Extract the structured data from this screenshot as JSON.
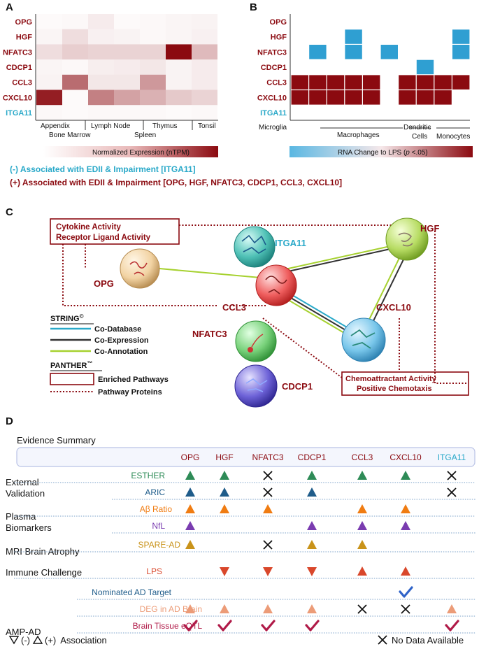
{
  "colors": {
    "maroon": "#8b0a10",
    "teal": "#2aa9c9",
    "heat_max": "#8b0a10",
    "rna_cell": "#8b0a10",
    "rna_blue": "#2f9fd2",
    "green": "#2e8b57",
    "navy": "#1f5c8a",
    "orange": "#f07c12",
    "purple": "#7a3cb0",
    "gold": "#c9931a",
    "red_tri": "#d9472b",
    "pink": "#ec9c78",
    "crimson": "#b01a48",
    "check_blue": "#2f63c8"
  },
  "panelA": {
    "letter": "A",
    "genes": [
      "OPG",
      "HGF",
      "NFATC3",
      "CDCP1",
      "CCL3",
      "CXCL10",
      "ITGA11"
    ],
    "gene_colors": [
      "maroon",
      "maroon",
      "maroon",
      "maroon",
      "maroon",
      "maroon",
      "teal"
    ],
    "tissues_top": [
      "Appendix",
      "Lymph Node",
      "Thymus",
      "Tonsil"
    ],
    "tissues_bottom": [
      "Bone Marrow",
      "Spleen"
    ],
    "legend": "Normalized Expression (nTPM)",
    "heat": [
      [
        0.02,
        0.03,
        0.08,
        0.02,
        0.03,
        0.04,
        0.05
      ],
      [
        0.04,
        0.14,
        0.06,
        0.05,
        0.03,
        0.04,
        0.06
      ],
      [
        0.14,
        0.2,
        0.18,
        0.18,
        0.18,
        1.0,
        0.28
      ],
      [
        0.04,
        0.03,
        0.07,
        0.08,
        0.1,
        0.05,
        0.08
      ],
      [
        0.05,
        0.6,
        0.1,
        0.1,
        0.42,
        0.05,
        0.08
      ],
      [
        0.92,
        0.02,
        0.52,
        0.38,
        0.32,
        0.22,
        0.18
      ],
      [
        0.03,
        0.02,
        0.03,
        0.03,
        0.03,
        0.02,
        0.03
      ]
    ]
  },
  "panelB": {
    "letter": "B",
    "genes": [
      "OPG",
      "HGF",
      "NFATC3",
      "CDCP1",
      "CCL3",
      "CXCL10",
      "ITGA11"
    ],
    "gene_colors": [
      "maroon",
      "maroon",
      "maroon",
      "maroon",
      "maroon",
      "maroon",
      "teal"
    ],
    "groups": [
      "Microglia",
      "Macrophages",
      "Dendritic",
      "Cells",
      "Monocytes"
    ],
    "legend": "RNA Change to LPS (",
    "legend_p": "p",
    "legend_tail": " <.05)",
    "cells": [
      [
        0,
        0,
        0,
        0,
        0,
        0,
        0,
        0,
        0,
        0
      ],
      [
        0,
        0,
        0,
        1,
        0,
        0,
        0,
        0,
        0,
        1
      ],
      [
        0,
        1,
        0,
        1,
        0,
        1,
        0,
        0,
        0,
        1
      ],
      [
        0,
        0,
        0,
        0,
        0,
        0,
        0,
        1,
        0,
        0
      ],
      [
        2,
        2,
        2,
        2,
        2,
        0,
        2,
        2,
        2,
        2
      ],
      [
        2,
        2,
        2,
        2,
        2,
        0,
        2,
        2,
        2,
        0
      ],
      [
        0,
        0,
        0,
        0,
        0,
        0,
        0,
        0,
        0,
        0
      ]
    ]
  },
  "assoc": {
    "neg": "(-)  Associated with EDII & Impairment [ITGA11]",
    "pos": "(+) Associated with EDII & Impairment [OPG, HGF, NFATC3, CDCP1, CCL3, CXCL10]"
  },
  "panelC": {
    "letter": "C",
    "box1_line1": "Cytokine Activity",
    "box1_line2": "Receptor Ligand Activity",
    "box2_line1": "Chemoattractant Activity",
    "box2_line2": "Positive Chemotaxis",
    "nodes": {
      "OPG": "OPG",
      "ITGA11": "ITGA11",
      "HGF": "HGF",
      "CCL3": "CCL3",
      "CXCL10": "CXCL10",
      "NFATC3": "NFATC3",
      "CDCP1": "CDCP1"
    },
    "string_title": "STRING",
    "string_sup": "©",
    "string_items": [
      "Co-Database",
      "Co-Expression",
      "Co-Annotation"
    ],
    "panther_title": "PANTHER",
    "panther_sup": "™",
    "panther_items": [
      "Enriched Pathways",
      "Pathway Proteins"
    ]
  },
  "panelD": {
    "letter": "D",
    "title": "Evidence Summary",
    "columns": [
      "OPG",
      "HGF",
      "NFATC3",
      "CDCP1",
      "CCL3",
      "CXCL10",
      "ITGA11"
    ],
    "column_colors": [
      "maroon",
      "maroon",
      "maroon",
      "maroon",
      "maroon",
      "maroon",
      "teal"
    ],
    "groups": [
      {
        "label": [
          "External",
          "Validation"
        ]
      },
      {
        "label": [
          "Plasma",
          "Biomarkers"
        ]
      },
      {
        "label": [
          "MRI Brain Atrophy"
        ]
      },
      {
        "label": [
          "Immune Challenge"
        ]
      },
      {
        "label": [
          "AMP-AD"
        ]
      }
    ],
    "rows": [
      {
        "label": "ESTHER",
        "color": "green",
        "cells": [
          "up",
          "up",
          "x",
          "up",
          "up",
          "up",
          "x"
        ]
      },
      {
        "label": "ARIC",
        "color": "navy",
        "cells": [
          "up",
          "up",
          "x",
          "up",
          "",
          "",
          "x"
        ]
      },
      {
        "label": "Aβ Ratio",
        "color": "orange",
        "cells": [
          "up",
          "up",
          "up",
          "",
          "up",
          "up",
          ""
        ]
      },
      {
        "label": "NfL",
        "color": "purple",
        "cells": [
          "up",
          "",
          "",
          "up",
          "up",
          "up",
          ""
        ]
      },
      {
        "label": "SPARE-AD",
        "color": "gold",
        "cells": [
          "up",
          "",
          "x",
          "up",
          "up",
          "",
          ""
        ]
      },
      {
        "label": "LPS",
        "color": "red_tri",
        "cells": [
          "",
          "down",
          "down",
          "down",
          "up",
          "up",
          ""
        ]
      },
      {
        "label": "Nominated AD Target",
        "color": "navy",
        "cells": [
          "",
          "",
          "",
          "",
          "",
          "check",
          ""
        ]
      },
      {
        "label": "DEG in AD Brain",
        "color": "pink",
        "cells": [
          "up",
          "up",
          "up",
          "up",
          "x",
          "x",
          "up"
        ]
      },
      {
        "label": "Brain Tissue eQTL",
        "color": "crimson",
        "cells": [
          "check",
          "check",
          "check",
          "check",
          "",
          "",
          "check"
        ]
      }
    ],
    "legend_assoc": "(-)  (+)  Association",
    "legend_nodata": "No  Data Available"
  }
}
